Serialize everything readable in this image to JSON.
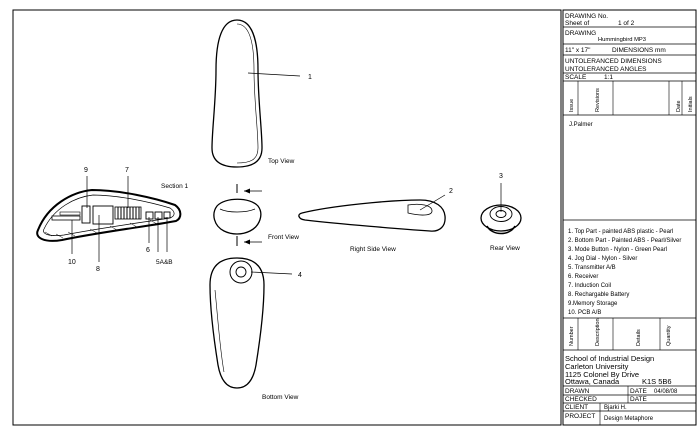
{
  "title_block": {
    "drawing_no_label": "DRAWING No.",
    "sheet_label": "Sheet  of",
    "sheet_value": "1  of  2",
    "drawing_label": "DRAWING",
    "drawing_value": "Hummingbird MP3",
    "paper_size": "11\" x 17\"",
    "dimensions": "DIMENSIONS mm",
    "untol_dimensions": "UNTOLERANCED DIMENSIONS",
    "untol_angles": "UNTOLERANCED ANGLES",
    "scale_label": "SCALE",
    "scale_value": "1:1",
    "revision_headers": [
      "Issue",
      "Revisions",
      "Date",
      "Initials"
    ],
    "revision_author": "J.Palmer",
    "parts_list": [
      "1. Top Part - painted ABS plastic - Pearl",
      "2. Bottom Part - Painted ABS - Pearl/Silver",
      "3. Mode Button - Nylon - Green Pearl",
      "4. Jog Dial - Nylon - Silver",
      "5. Transmitter A/B",
      "6. Receiver",
      "7. Induction Coil",
      "8. Rechargable Battery",
      "9.Memory Storage",
      "10. PCB A/B"
    ],
    "bom_headers": [
      "Number",
      "Description",
      "Details",
      "Quantity"
    ],
    "school": [
      "School of Industrial Design",
      "Carleton University",
      "1125 Colonel By Drive"
    ],
    "city": "Ottawa, Canada",
    "postal": "K1S 5B6",
    "drawn_label": "DRAWN",
    "drawn_date_label": "DATE",
    "drawn_date": "04/08/08",
    "checked_label": "CHECKED",
    "checked_date_label": "DATE",
    "client_label": "CLIENT",
    "client_value": "Bjarki H.",
    "project_label": "PROJECT",
    "project_value": "Design Metaphore"
  },
  "views": {
    "top": "Top View",
    "front": "Front View",
    "right_side": "Right Side View",
    "rear": "Rear View",
    "bottom": "Bottom View",
    "section": "Section 1"
  },
  "callouts": {
    "c1": "1",
    "c2": "2",
    "c3": "3",
    "c4": "4",
    "c5": "5A&B",
    "c6": "6",
    "c7": "7",
    "c8": "8",
    "c9": "9",
    "c10": "10"
  }
}
